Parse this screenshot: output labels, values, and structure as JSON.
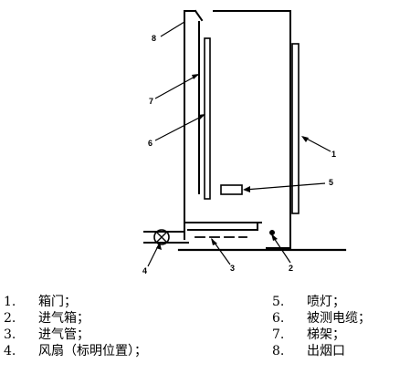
{
  "diagram": {
    "callouts": {
      "c1": "1",
      "c2": "2",
      "c3": "3",
      "c4": "4",
      "c5": "5",
      "c6": "6",
      "c7": "7",
      "c8": "8"
    }
  },
  "legend": {
    "items": [
      {
        "num": "1.",
        "label": "箱门；"
      },
      {
        "num": "2.",
        "label": "进气箱；"
      },
      {
        "num": "3.",
        "label": "进气管；"
      },
      {
        "num": "4.",
        "label": "风扇（标明位置）；"
      },
      {
        "num": "5.",
        "label": "喷灯；"
      },
      {
        "num": "6.",
        "label": "被测电缆；"
      },
      {
        "num": "7.",
        "label": "梯架；"
      },
      {
        "num": "8.",
        "label": "出烟口"
      }
    ]
  }
}
